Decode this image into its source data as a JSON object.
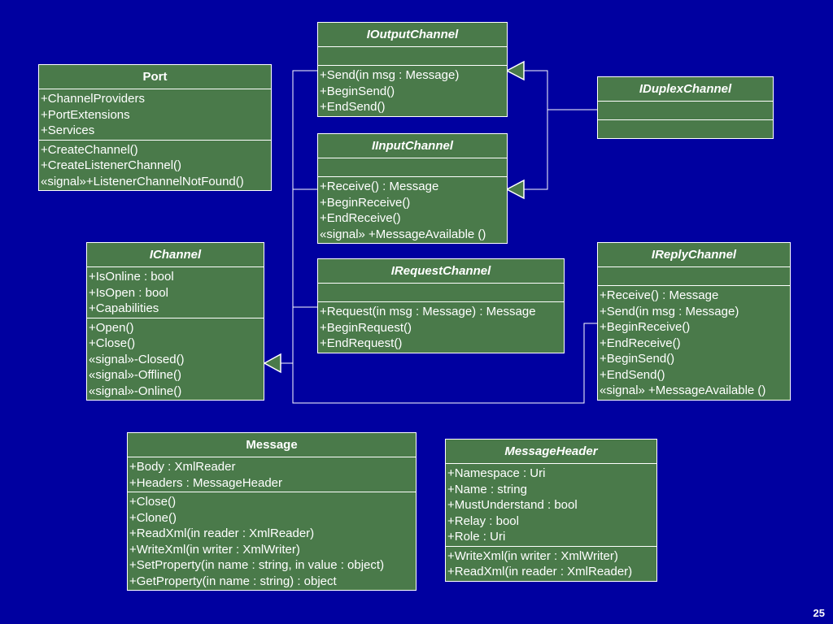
{
  "diagram": {
    "classes": [
      {
        "id": "port",
        "name": "Port",
        "interface": false,
        "attributes": [
          "+ChannelProviders",
          "+PortExtensions",
          "+Services"
        ],
        "operations": [
          "+CreateChannel()",
          "+CreateListenerChannel()",
          "«signal»+ListenerChannelNotFound()"
        ]
      },
      {
        "id": "ioutputchannel",
        "name": "IOutputChannel",
        "interface": true,
        "attributes": [],
        "operations": [
          "+Send(in msg : Message)",
          "+BeginSend()",
          "+EndSend()"
        ]
      },
      {
        "id": "iinputchannel",
        "name": "IInputChannel",
        "interface": true,
        "attributes": [],
        "operations": [
          "+Receive() : Message",
          "+BeginReceive()",
          "+EndReceive()",
          "«signal» +MessageAvailable ()"
        ]
      },
      {
        "id": "iduplexchannel",
        "name": "IDuplexChannel",
        "interface": true,
        "attributes": [],
        "operations": []
      },
      {
        "id": "ichannel",
        "name": "IChannel",
        "interface": true,
        "attributes": [
          "+IsOnline : bool",
          "+IsOpen : bool",
          "+Capabilities"
        ],
        "operations": [
          "+Open()",
          "+Close()",
          "«signal»-Closed()",
          "«signal»-Offline()",
          "«signal»-Online()"
        ]
      },
      {
        "id": "irequestchannel",
        "name": "IRequestChannel",
        "interface": true,
        "attributes": [],
        "operations": [
          "+Request(in msg : Message) : Message",
          "+BeginRequest()",
          "+EndRequest()"
        ]
      },
      {
        "id": "ireplychannel",
        "name": "IReplyChannel",
        "interface": true,
        "attributes": [],
        "operations": [
          "+Receive() : Message",
          "+Send(in msg : Message)",
          "+BeginReceive()",
          "+EndReceive()",
          "+BeginSend()",
          "+EndSend()",
          "«signal» +MessageAvailable ()"
        ]
      },
      {
        "id": "message",
        "name": "Message",
        "interface": false,
        "attributes": [
          "+Body : XmlReader",
          "+Headers : MessageHeader"
        ],
        "operations": [
          "+Close()",
          "+Clone()",
          "+ReadXml(in reader : XmlReader)",
          "+WriteXml(in writer : XmlWriter)",
          "+SetProperty(in name : string, in value : object)",
          "+GetProperty(in name : string) : object"
        ]
      },
      {
        "id": "messageheader",
        "name": "MessageHeader",
        "interface": true,
        "attributes": [
          "+Namespace : Uri",
          "+Name : string",
          "+MustUnderstand : bool",
          "+Relay : bool",
          "+Role : Uri"
        ],
        "operations": [
          "+WriteXml(in writer : XmlWriter)",
          "+ReadXml(in reader : XmlReader)"
        ]
      }
    ]
  },
  "slide_number": "25",
  "colors": {
    "background": "#0000a0",
    "box_fill": "#4a7a4a",
    "line": "#ffffff"
  }
}
